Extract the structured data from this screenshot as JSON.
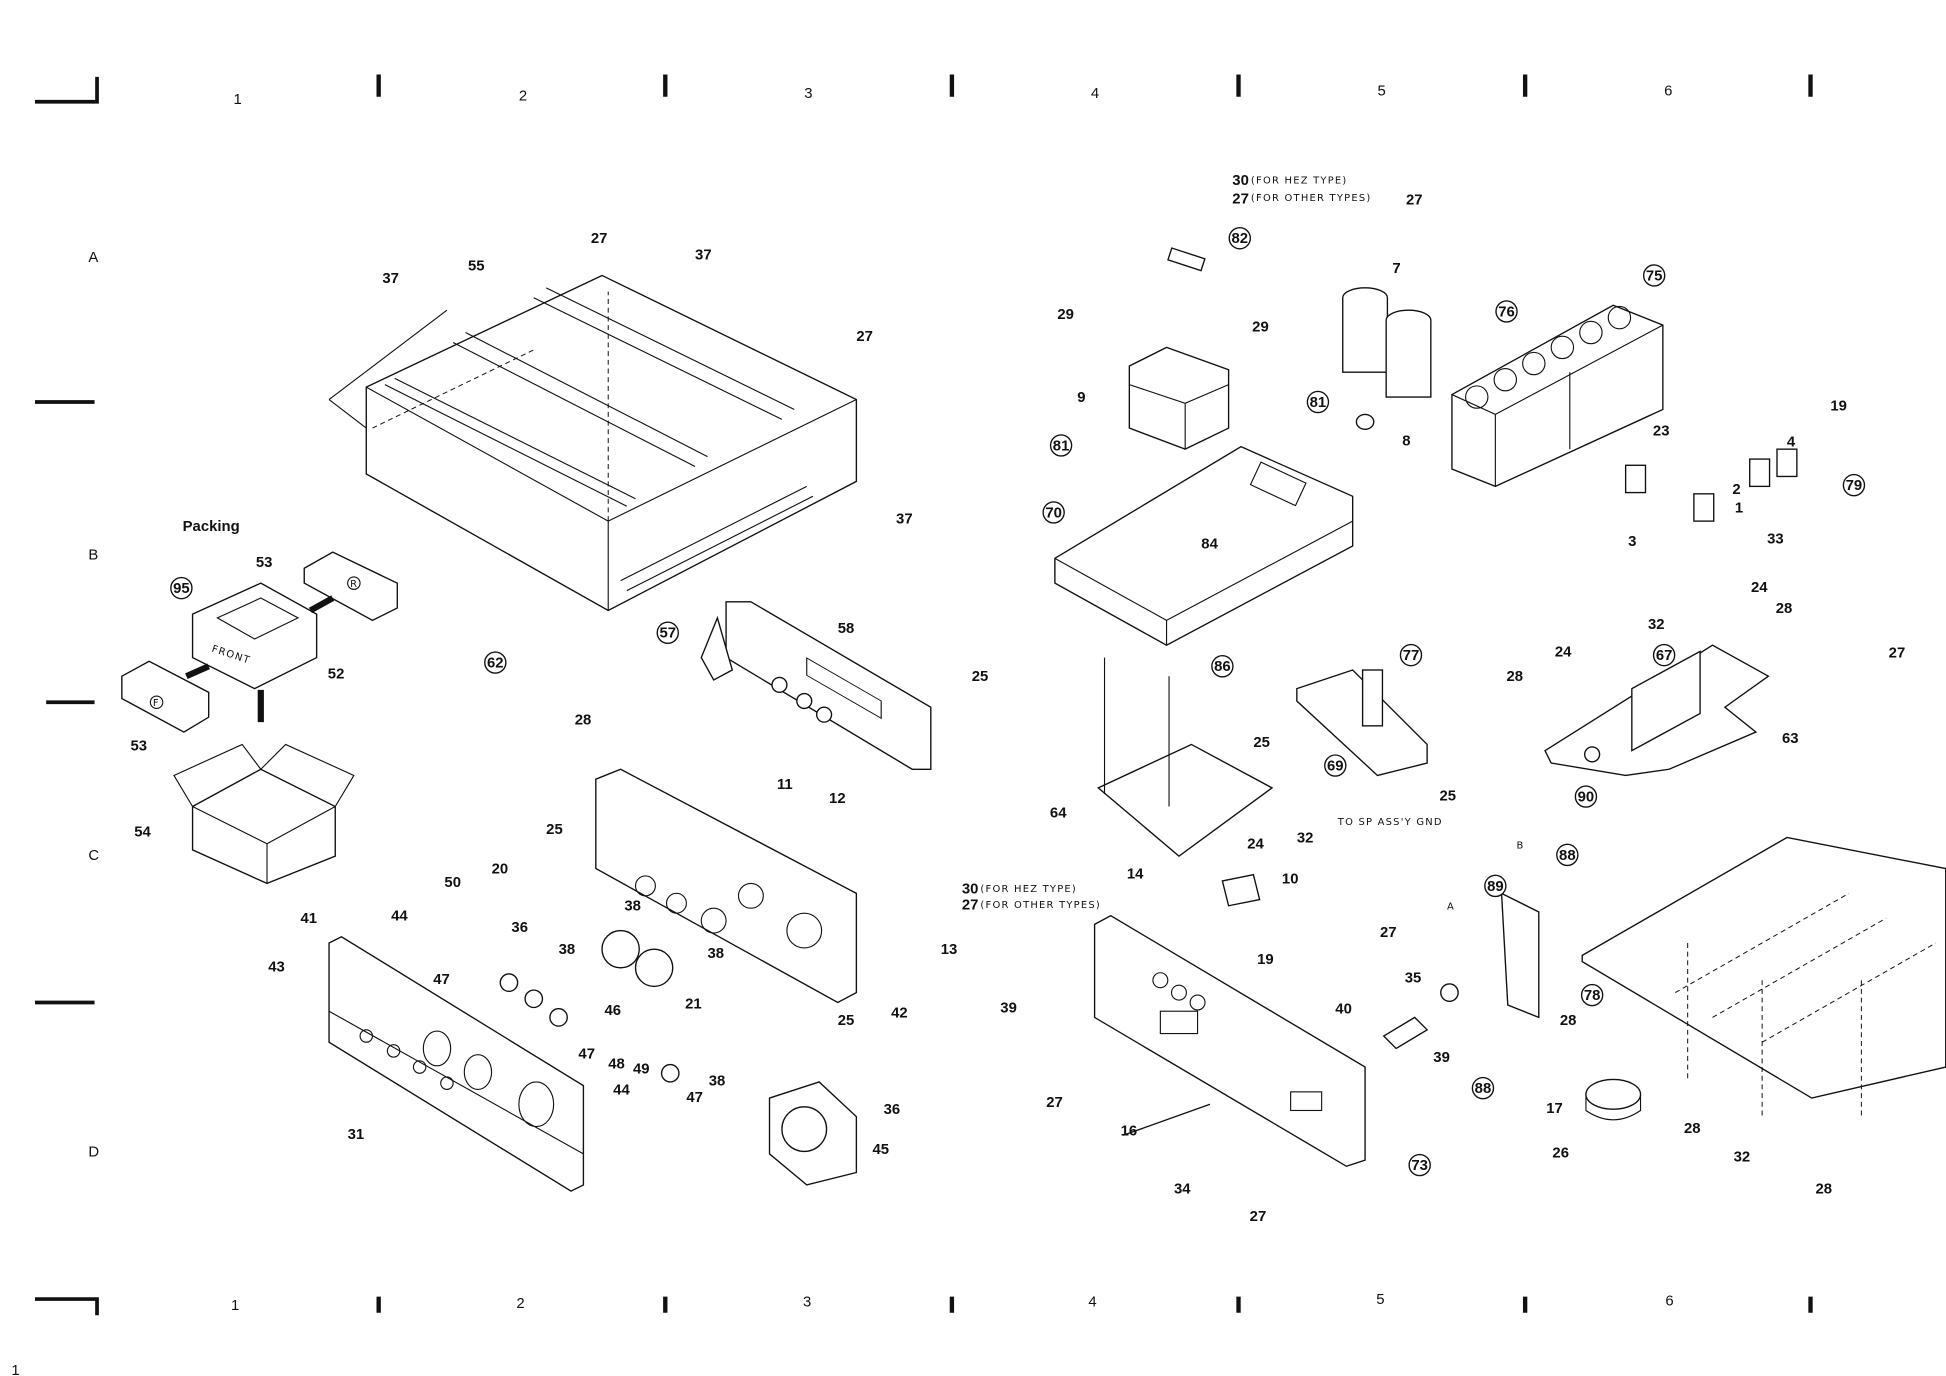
{
  "grid": {
    "columns": [
      "1",
      "2",
      "3",
      "4",
      "5",
      "6"
    ],
    "rows": [
      "A",
      "B",
      "C",
      "D"
    ],
    "page_number": "1"
  },
  "packing": {
    "title": "Packing",
    "box_text": "FRONT",
    "pad_r": "R",
    "pad_f": "F"
  },
  "notes": {
    "hez_type_top": "(FOR HEZ TYPE)",
    "other_types_top": "(FOR OTHER TYPES)",
    "hez_type_bottom": "(FOR HEZ TYPE)",
    "other_types_bottom": "(FOR OTHER TYPES)",
    "sp_gnd": "TO SP ASS'Y GND",
    "arrow_a": "A",
    "arrow_b": "B"
  },
  "callouts": [
    {
      "text": "37"
    },
    {
      "text": "55"
    },
    {
      "text": "27"
    },
    {
      "text": "37"
    },
    {
      "text": "27"
    },
    {
      "text": "37"
    },
    {
      "text": "53"
    },
    {
      "text": "95",
      "circled": true
    },
    {
      "text": "52"
    },
    {
      "text": "53"
    },
    {
      "text": "54"
    },
    {
      "text": "57",
      "circled": true
    },
    {
      "text": "58"
    },
    {
      "text": "25"
    },
    {
      "text": "62",
      "circled": true
    },
    {
      "text": "28"
    },
    {
      "text": "11"
    },
    {
      "text": "12"
    },
    {
      "text": "25"
    },
    {
      "text": "20"
    },
    {
      "text": "50"
    },
    {
      "text": "36"
    },
    {
      "text": "38"
    },
    {
      "text": "38"
    },
    {
      "text": "38"
    },
    {
      "text": "41"
    },
    {
      "text": "44"
    },
    {
      "text": "43"
    },
    {
      "text": "47"
    },
    {
      "text": "47"
    },
    {
      "text": "46"
    },
    {
      "text": "21"
    },
    {
      "text": "48"
    },
    {
      "text": "49"
    },
    {
      "text": "38"
    },
    {
      "text": "47"
    },
    {
      "text": "13"
    },
    {
      "text": "42"
    },
    {
      "text": "25"
    },
    {
      "text": "36"
    },
    {
      "text": "45"
    },
    {
      "text": "44"
    },
    {
      "text": "31"
    },
    {
      "text": "30"
    },
    {
      "text": "27"
    },
    {
      "text": "27"
    },
    {
      "text": "7"
    },
    {
      "text": "82",
      "circled": true
    },
    {
      "text": "29"
    },
    {
      "text": "29"
    },
    {
      "text": "9"
    },
    {
      "text": "81",
      "circled": true
    },
    {
      "text": "81",
      "circled": true
    },
    {
      "text": "8"
    },
    {
      "text": "70",
      "circled": true
    },
    {
      "text": "84"
    },
    {
      "text": "86",
      "circled": true
    },
    {
      "text": "77",
      "circled": true
    },
    {
      "text": "25"
    },
    {
      "text": "69",
      "circled": true
    },
    {
      "text": "25"
    },
    {
      "text": "32"
    },
    {
      "text": "64"
    },
    {
      "text": "24"
    },
    {
      "text": "14"
    },
    {
      "text": "10"
    },
    {
      "text": "30"
    },
    {
      "text": "27"
    },
    {
      "text": "19"
    },
    {
      "text": "39"
    },
    {
      "text": "27"
    },
    {
      "text": "16"
    },
    {
      "text": "34"
    },
    {
      "text": "27"
    },
    {
      "text": "73",
      "circled": true
    },
    {
      "text": "40"
    },
    {
      "text": "35"
    },
    {
      "text": "27"
    },
    {
      "text": "39"
    },
    {
      "text": "76",
      "circled": true
    },
    {
      "text": "75",
      "circled": true
    },
    {
      "text": "23"
    },
    {
      "text": "4"
    },
    {
      "text": "2"
    },
    {
      "text": "1"
    },
    {
      "text": "3"
    },
    {
      "text": "33"
    },
    {
      "text": "19"
    },
    {
      "text": "79",
      "circled": true
    },
    {
      "text": "24"
    },
    {
      "text": "28"
    },
    {
      "text": "32"
    },
    {
      "text": "67",
      "circled": true
    },
    {
      "text": "24"
    },
    {
      "text": "28"
    },
    {
      "text": "63"
    },
    {
      "text": "90",
      "circled": true
    },
    {
      "text": "27"
    },
    {
      "text": "88",
      "circled": true
    },
    {
      "text": "89",
      "circled": true
    },
    {
      "text": "78",
      "circled": true
    },
    {
      "text": "28"
    },
    {
      "text": "88",
      "circled": true
    },
    {
      "text": "17"
    },
    {
      "text": "26"
    },
    {
      "text": "28"
    },
    {
      "text": "32"
    },
    {
      "text": "28"
    }
  ]
}
